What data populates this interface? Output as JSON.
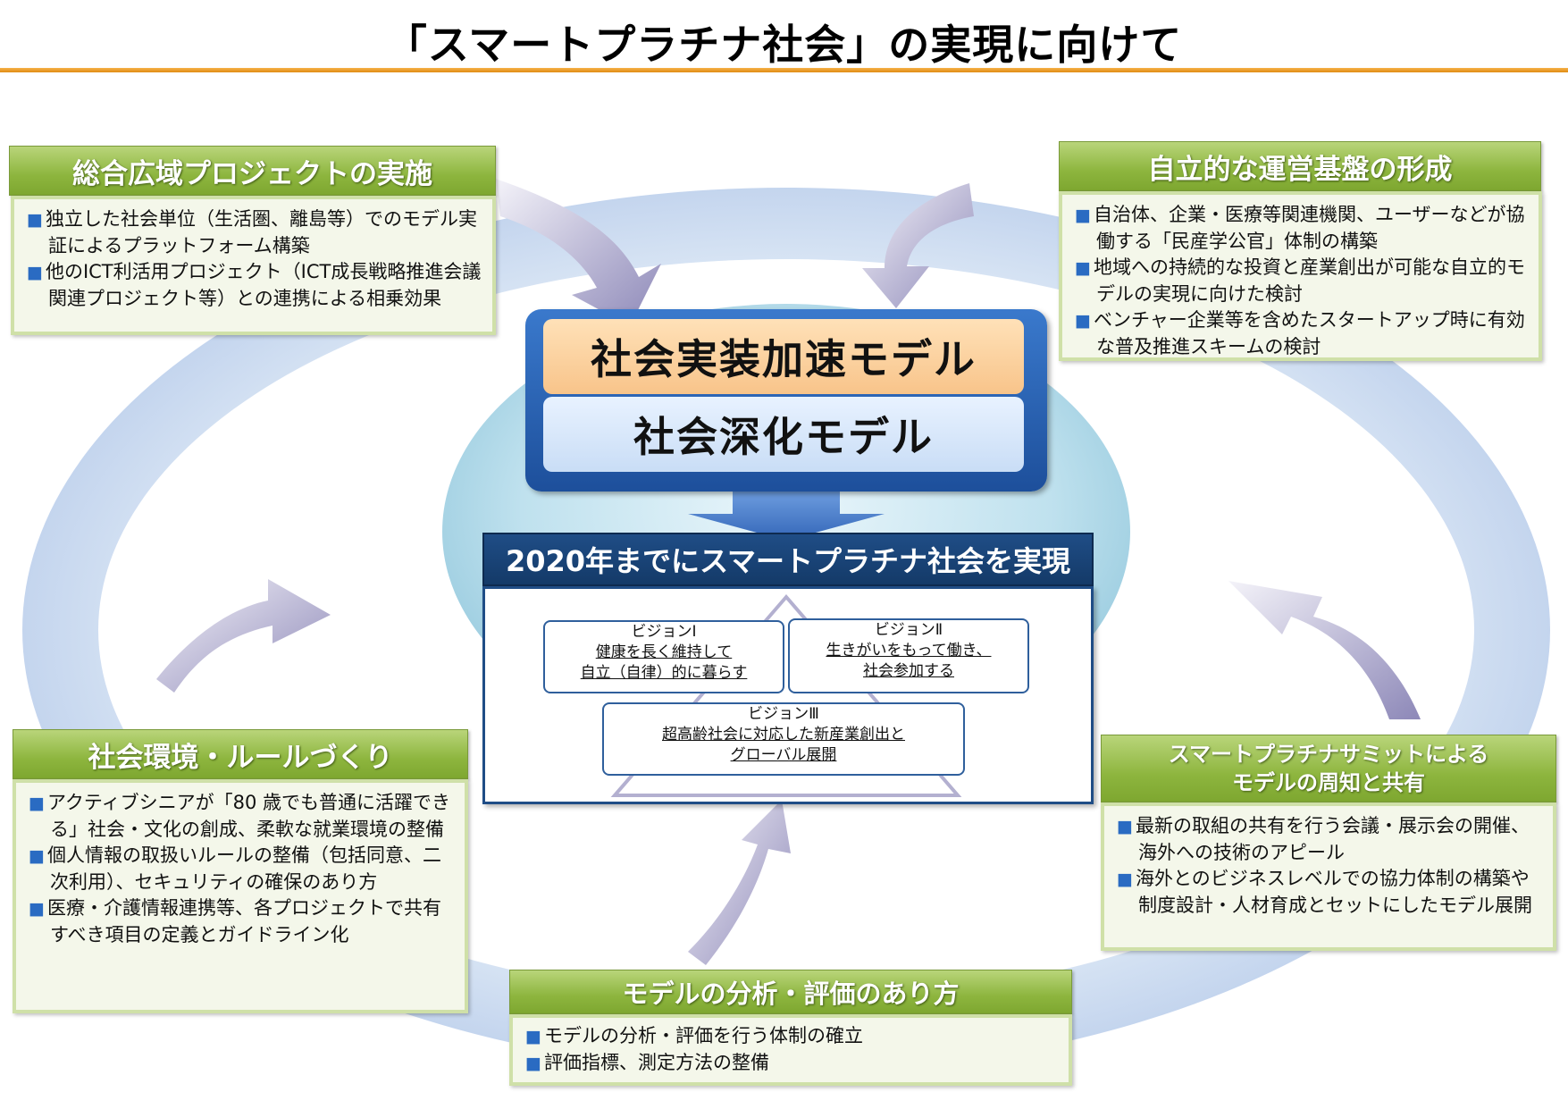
{
  "title": "「スマートプラチナ社会」の実現に向けて",
  "colors": {
    "green_head": "#8db53e",
    "panel_bg": "#f4f7ea",
    "navy": "#1f4d86",
    "orange_rule": "#e08b12",
    "bullet": "#2a6bc2"
  },
  "panels": {
    "wide_area": {
      "title": "総合広域プロジェクトの実施",
      "items": [
        "独立した社会単位（生活圏、離島等）でのモデル実証によるプラットフォーム構築",
        "他のICT利活用プロジェクト（ICT成長戦略推進会議関連プロジェクト等）との連携による相乗効果"
      ]
    },
    "operation": {
      "title": "自立的な運営基盤の形成",
      "items": [
        "自治体、企業・医療等関連機関、ユーザーなどが協働する「民産学公官」体制の構築",
        "地域への持続的な投資と産業創出が可能な自立的モデルの実現に向けた検討",
        "ベンチャー企業等を含めたスタートアップ時に有効な普及推進スキームの検討"
      ]
    },
    "rules": {
      "title": "社会環境・ルールづくり",
      "items": [
        "アクティブシニアが「80 歳でも普通に活躍できる」社会・文化の創成、柔軟な就業環境の整備",
        "個人情報の取扱いルールの整備（包括同意、二次利用）、セキュリティの確保のあり方",
        "医療・介護情報連携等、各プロジェクトで共有すべき項目の定義とガイドライン化"
      ]
    },
    "summit": {
      "title_line1": "スマートプラチナサミットによる",
      "title_line2": "モデルの周知と共有",
      "items": [
        "最新の取組の共有を行う会議・展示会の開催、海外への技術のアピール",
        "海外とのビジネスレベルでの協力体制の構築や制度設計・人材育成とセットにしたモデル展開"
      ]
    },
    "analysis": {
      "title": "モデルの分析・評価のあり方",
      "items": [
        "モデルの分析・評価を行う体制の確立",
        "評価指標、測定方法の整備"
      ]
    }
  },
  "bullet_mark": "■",
  "models": {
    "accel": "社会実装加速モデル",
    "deep": "社会深化モデル"
  },
  "goal": {
    "title": "2020年までにスマートプラチナ社会を実現",
    "visions": [
      {
        "label": "ビジョンⅠ",
        "line1": "健康を長く維持して",
        "line2": "自立（自律）的に暮らす"
      },
      {
        "label": "ビジョンⅡ",
        "line1": "生きがいをもって働き、",
        "line2": "社会参加する"
      },
      {
        "label": "ビジョンⅢ",
        "line1": "超高齢社会に対応した新産業創出と",
        "line2": "グローバル展開"
      }
    ]
  }
}
